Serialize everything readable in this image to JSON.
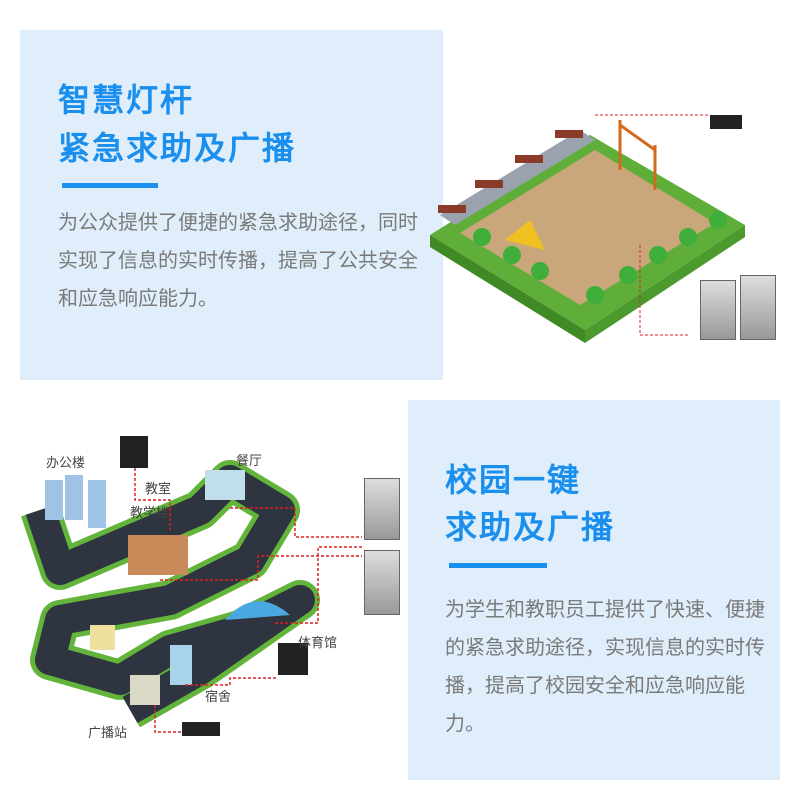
{
  "section1": {
    "title_line1": "智慧灯杆",
    "title_line2": "紧急求助及广播",
    "description": "为公众提供了便捷的紧急求助途径，同时实现了信息的实时传播，提高了公共安全和应急响应能力。"
  },
  "section2": {
    "title_line1": "校园一键",
    "title_line2": "求助及广播",
    "description": "为学生和教职员工提供了快速、便捷的紧急求助途径，实现信息的实时传播，提高了校园安全和应急响应能力。"
  },
  "campus_labels": {
    "office": "办公楼",
    "classroom": "教室",
    "teaching": "教学楼",
    "canteen": "餐厅",
    "gym": "体育馆",
    "dorm": "宿舍",
    "broadcast": "广播站"
  },
  "colors": {
    "accent": "#1a8fee",
    "panel": "#dfeefa",
    "link": "#e02020"
  }
}
